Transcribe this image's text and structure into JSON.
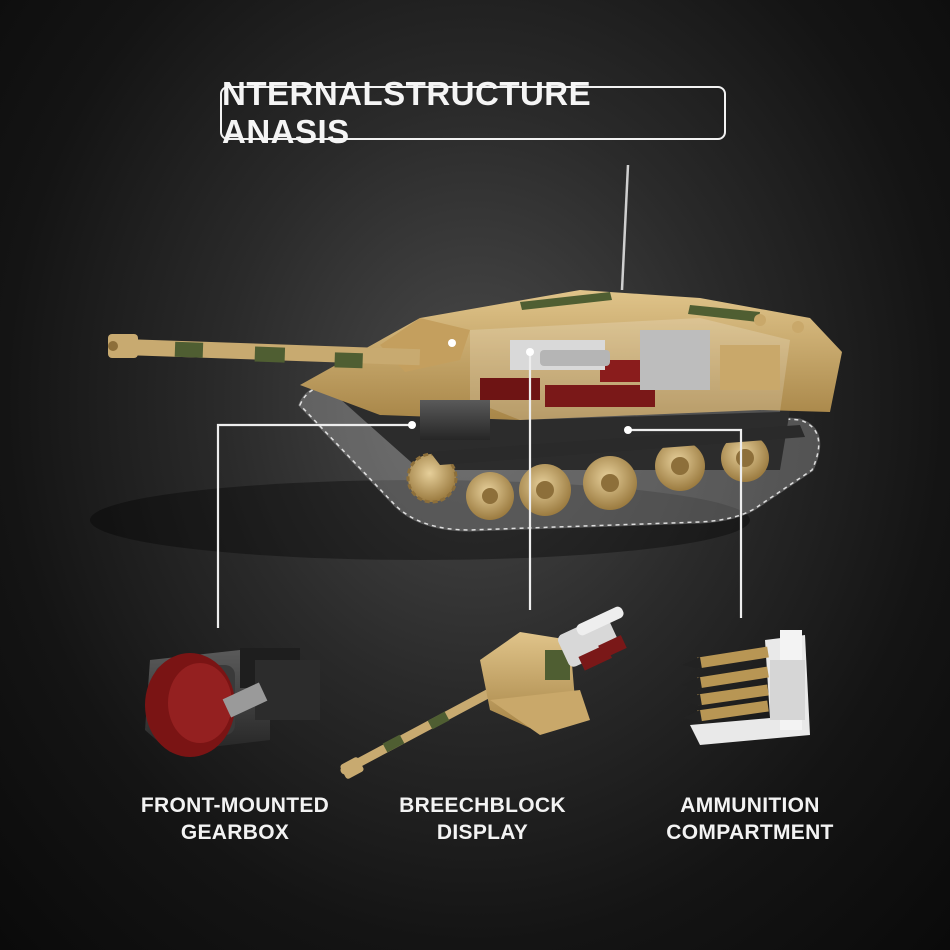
{
  "title": "NTERNALSTRUCTURE ANASIS",
  "labels": {
    "gearbox": [
      "FRONT-MOUNTED",
      "GEARBOX"
    ],
    "breechblock": [
      "BREECHBLOCK",
      "DISPLAY"
    ],
    "ammunition": [
      "AMMUNITION",
      "COMPARTMENT"
    ]
  },
  "colors": {
    "background": "#1a1a1a",
    "tan": "#c9a86a",
    "green": "#4f5e32",
    "dark_red": "#6e1414",
    "track": "#d8d8d8",
    "callout_line": "#eeeeee"
  }
}
